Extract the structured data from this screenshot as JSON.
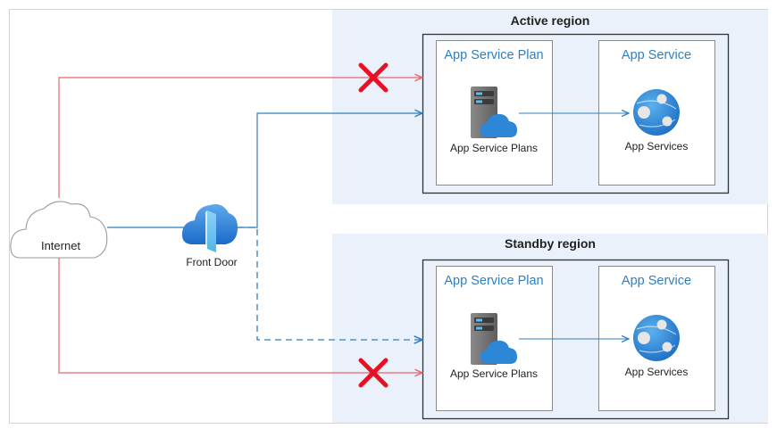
{
  "diagram": {
    "regions": {
      "active": {
        "title": "Active region"
      },
      "standby": {
        "title": "Standby region"
      }
    },
    "nodes": {
      "internet": {
        "label": "Internet",
        "icon": "cloud-icon"
      },
      "front_door": {
        "label": "Front Door",
        "icon": "front-door-icon"
      }
    },
    "active_region": {
      "plan_box_title": "App Service Plan",
      "plan_label": "App Service Plans",
      "service_box_title": "App Service",
      "service_label": "App Services"
    },
    "standby_region": {
      "plan_box_title": "App Service Plan",
      "plan_label": "App Service Plans",
      "service_box_title": "App Service",
      "service_label": "App Services"
    },
    "icons": {
      "failure": "x-mark-icon",
      "plan": "server-cloud-icon",
      "service": "app-service-globe-icon"
    },
    "colors": {
      "region_bg": "#eaf1fa",
      "accent_blue": "#2e7fc1",
      "link_red": "#e8666a",
      "failure_red": "#e81123",
      "box_border": "#333333"
    }
  }
}
